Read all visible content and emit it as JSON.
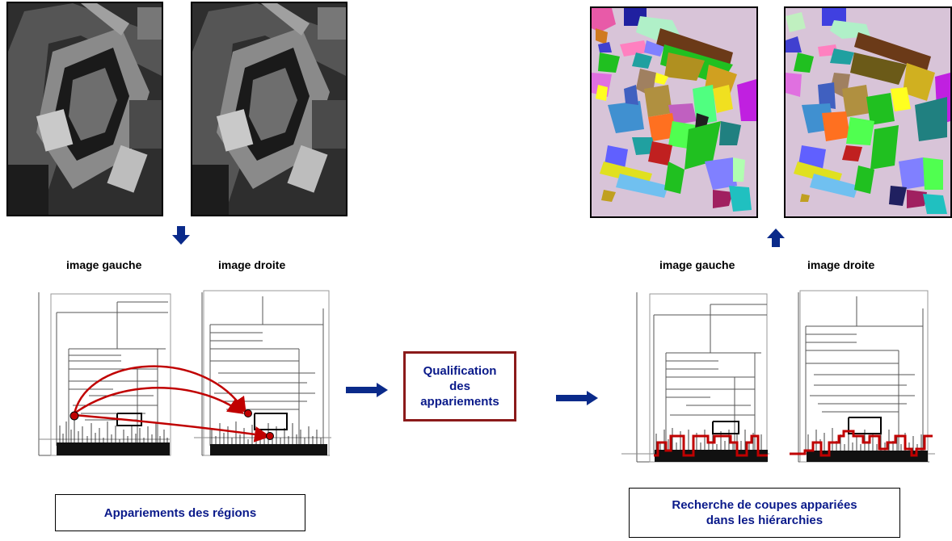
{
  "left_panel": {
    "label_left": "image gauche",
    "label_right": "image droite",
    "caption": "Appariements des régions"
  },
  "center": {
    "qualification_line1": "Qualification",
    "qualification_line2": "des",
    "qualification_line3": "appariements"
  },
  "right_panel": {
    "label_left": "image gauche",
    "label_right": "image droite",
    "caption_line1": "Recherche de coupes appariées",
    "caption_line2": "dans les hiérarchies"
  },
  "colors": {
    "arrow_blue": "#0a2a8a",
    "match_red": "#c00000",
    "box_border_red": "#8b1a1a",
    "text_blue": "#0a1a8a",
    "segment_bg": "#d8c4d8"
  },
  "icons": [
    "down-arrow-icon",
    "up-arrow-icon",
    "right-arrow-icon"
  ]
}
